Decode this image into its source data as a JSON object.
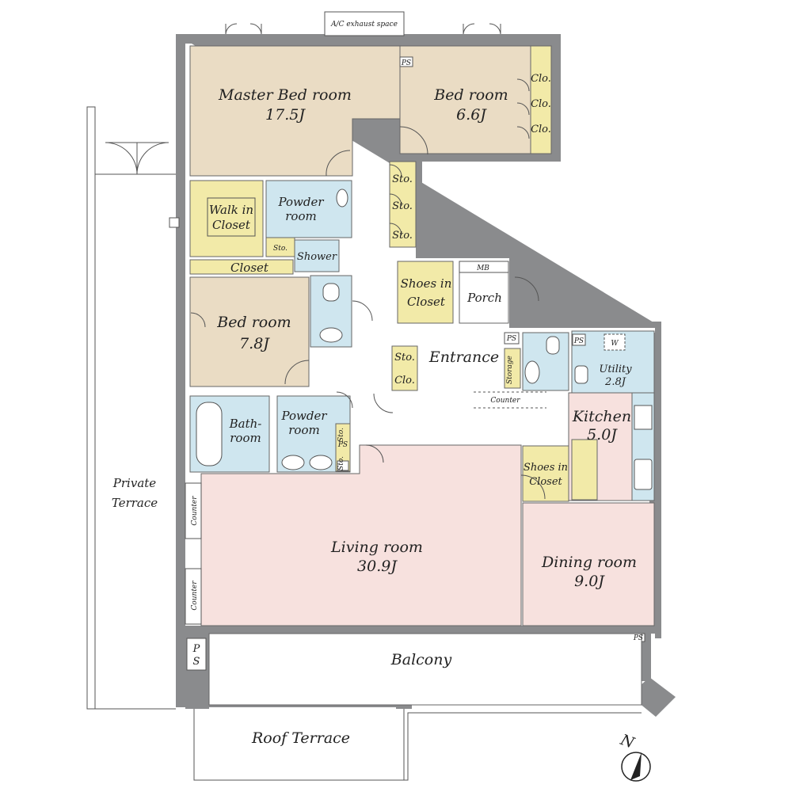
{
  "colors": {
    "bedroom": "#eadcc4",
    "wet_area": "#cfe6ef",
    "storage": "#f2eaa8",
    "living": "#f7e1de",
    "floor": "#ffffff",
    "wall": "#8a8b8d"
  },
  "labels": {
    "ac_exhaust": "A/C exhaust space",
    "master_name": "Master Bed room",
    "master_size": "17.5J",
    "bed2_name": "Bed room",
    "bed2_size": "6.6J",
    "clo": "Clo.",
    "ps": "PS",
    "sto": "Sto.",
    "walk_in_1": "Walk in",
    "walk_in_2": "Closet",
    "powder_1": "Powder",
    "powder_2": "room",
    "shower": "Shower",
    "closet": "Closet",
    "bed3_name": "Bed room",
    "bed3_size": "7.8J",
    "shoes_1": "Shoes in",
    "shoes_2": "Closet",
    "mb": "MB",
    "porch": "Porch",
    "entrance": "Entrance",
    "storage": "Storage",
    "w": "W",
    "utility": "Utility",
    "utility_size": "2.8J",
    "counter": "Counter",
    "kitchen_name": "Kitchen",
    "kitchen_size": "5.0J",
    "bath_1": "Bath-",
    "bath_2": "room",
    "private_1": "Private",
    "private_2": "Terrace",
    "living_name": "Living room",
    "living_size": "30.9J",
    "dining_name": "Dining room",
    "dining_size": "9.0J",
    "p": "P",
    "s": "S",
    "balcony": "Balcony",
    "roof": "Roof Terrace",
    "north": "N"
  }
}
